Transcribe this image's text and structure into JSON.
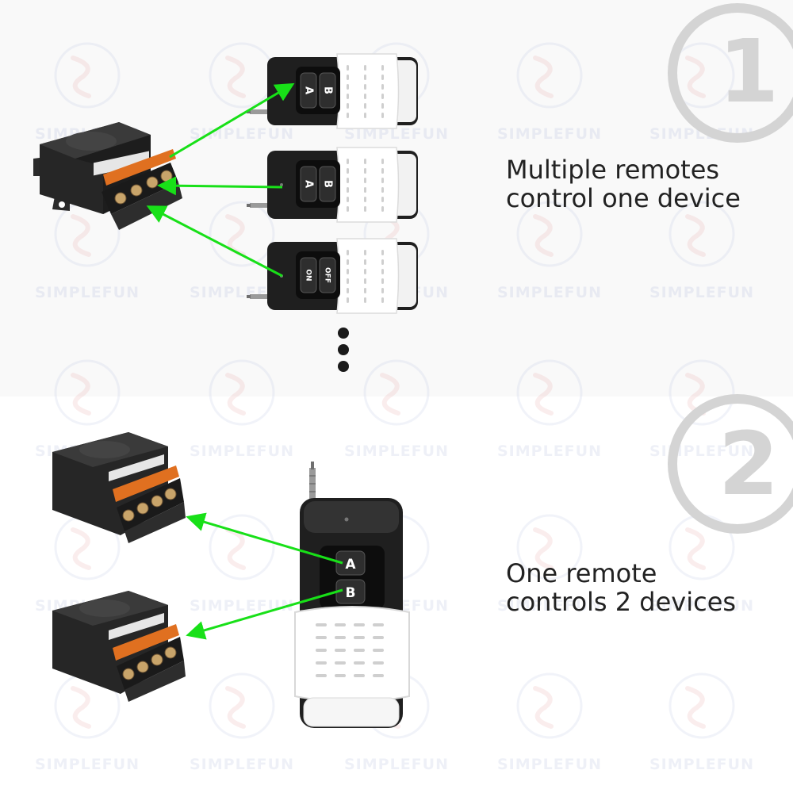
{
  "panels": [
    {
      "badge": "1",
      "caption_lines": [
        "Multiple remotes",
        "control one device"
      ],
      "remotes": [
        {
          "buttons": [
            "A",
            "B"
          ]
        },
        {
          "buttons": [
            "A",
            "B"
          ]
        },
        {
          "buttons": [
            "ON",
            "OFF"
          ]
        }
      ]
    },
    {
      "badge": "2",
      "caption_lines": [
        "One remote",
        "controls 2 devices"
      ],
      "remote": {
        "buttons": [
          "A",
          "B"
        ]
      }
    }
  ],
  "watermark": {
    "brand": "SIMPLEFUN"
  },
  "colors": {
    "arrow": "#18e018",
    "badge": "#d4d4d4",
    "device_body": "#2b2b2b",
    "terminal_cover": "#e07020",
    "remote_body": "#1f1f1f",
    "remote_sleeve": "#ffffff"
  }
}
